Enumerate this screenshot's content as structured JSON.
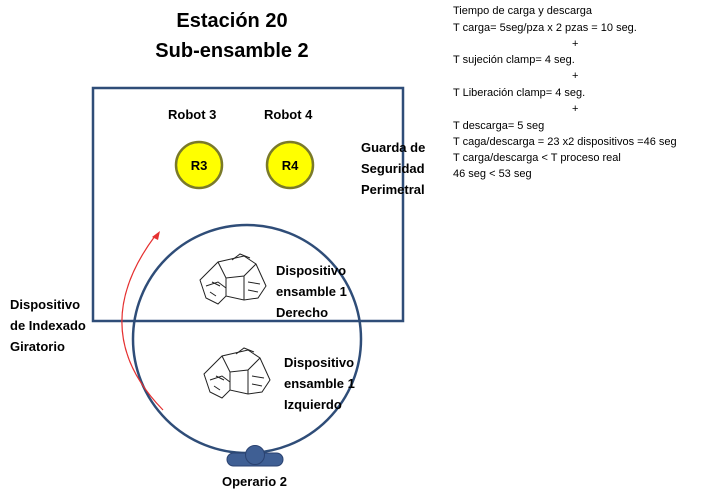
{
  "title": {
    "line1": "Estación 20",
    "line2": "Sub-ensamble 2"
  },
  "robots": [
    {
      "label": "Robot 3",
      "badge": "R3"
    },
    {
      "label": "Robot 4",
      "badge": "R4"
    }
  ],
  "guard": {
    "line1": "Guarda de",
    "line2": "Seguridad",
    "line3": "Perimetral"
  },
  "rotary": {
    "line1": "Dispositivo",
    "line2": "de Indexado",
    "line3": "Giratorio"
  },
  "fixture_right": {
    "line1": "Dispositivo",
    "line2": "ensamble 1",
    "line3": "Derecho"
  },
  "fixture_left": {
    "line1": "Dispositivo",
    "line2": "ensamble 1",
    "line3": "Izquierdo"
  },
  "operator": {
    "label": "Operario 2"
  },
  "timing": {
    "lines": [
      "Tiempo de carga y descarga",
      "T carga= 5seg/pza x 2 pzas = 10 seg.",
      "T sujeción clamp= 4 seg.",
      "T Liberación  clamp= 4 seg.",
      "T descarga= 5 seg",
      "T caga/descarga = 23 x2 dispositivos =46 seg",
      "T carga/descarga < T proceso real",
      "46 seg <  53 seg"
    ],
    "plus": "+"
  },
  "colors": {
    "guard_border": "#2f4d78",
    "robot_fill": "#ffff00",
    "robot_stroke": "#7a7a2a",
    "table_stroke": "#2f4d78",
    "arrow": "#e53030",
    "operator": "#3f5f94"
  }
}
